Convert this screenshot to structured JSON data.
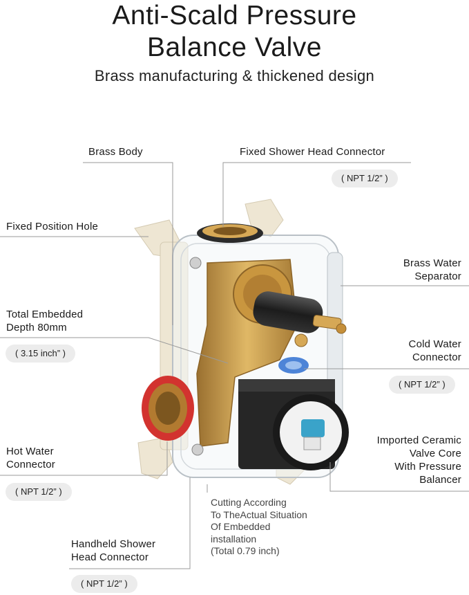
{
  "heading": {
    "line1": "Anti-Scald Pressure",
    "line2": "Balance Valve",
    "subtitle": "Brass manufacturing & thickened design"
  },
  "callouts": {
    "brass_body": "Brass Body",
    "fixed_shower_head_connector": "Fixed Shower Head Connector",
    "fixed_shower_head_spec": "( NPT 1/2” )",
    "fixed_position_hole": "Fixed Position Hole",
    "brass_water_separator": [
      "Brass Water",
      "Separator"
    ],
    "total_embedded_depth": [
      "Total Embedded",
      "Depth 80mm"
    ],
    "total_embedded_depth_spec": "( 3.15 inch” )",
    "cold_water_connector": [
      "Cold Water",
      "Connector"
    ],
    "cold_water_spec": "( NPT 1/2” )",
    "hot_water_connector": [
      "Hot Water",
      "Connector"
    ],
    "hot_water_spec": "( NPT 1/2” )",
    "ceramic_valve_core": [
      "Imported Ceramic",
      "Valve Core",
      "With Pressure",
      "Balancer"
    ],
    "handheld_shower_connector": [
      "Handheld Shower",
      "Head Connector"
    ],
    "handheld_shower_spec": "( NPT 1/2” )"
  },
  "cutting_note": [
    "Cutting According",
    "To TheActual Situation",
    "Of Embedded",
    "installation",
    "(Total 0.79 inch)"
  ],
  "colors": {
    "brass": "#c79a45",
    "hot_red": "#d2332f",
    "cold_blue": "#2f6fd0",
    "leader_line": "#9a9a9a"
  }
}
